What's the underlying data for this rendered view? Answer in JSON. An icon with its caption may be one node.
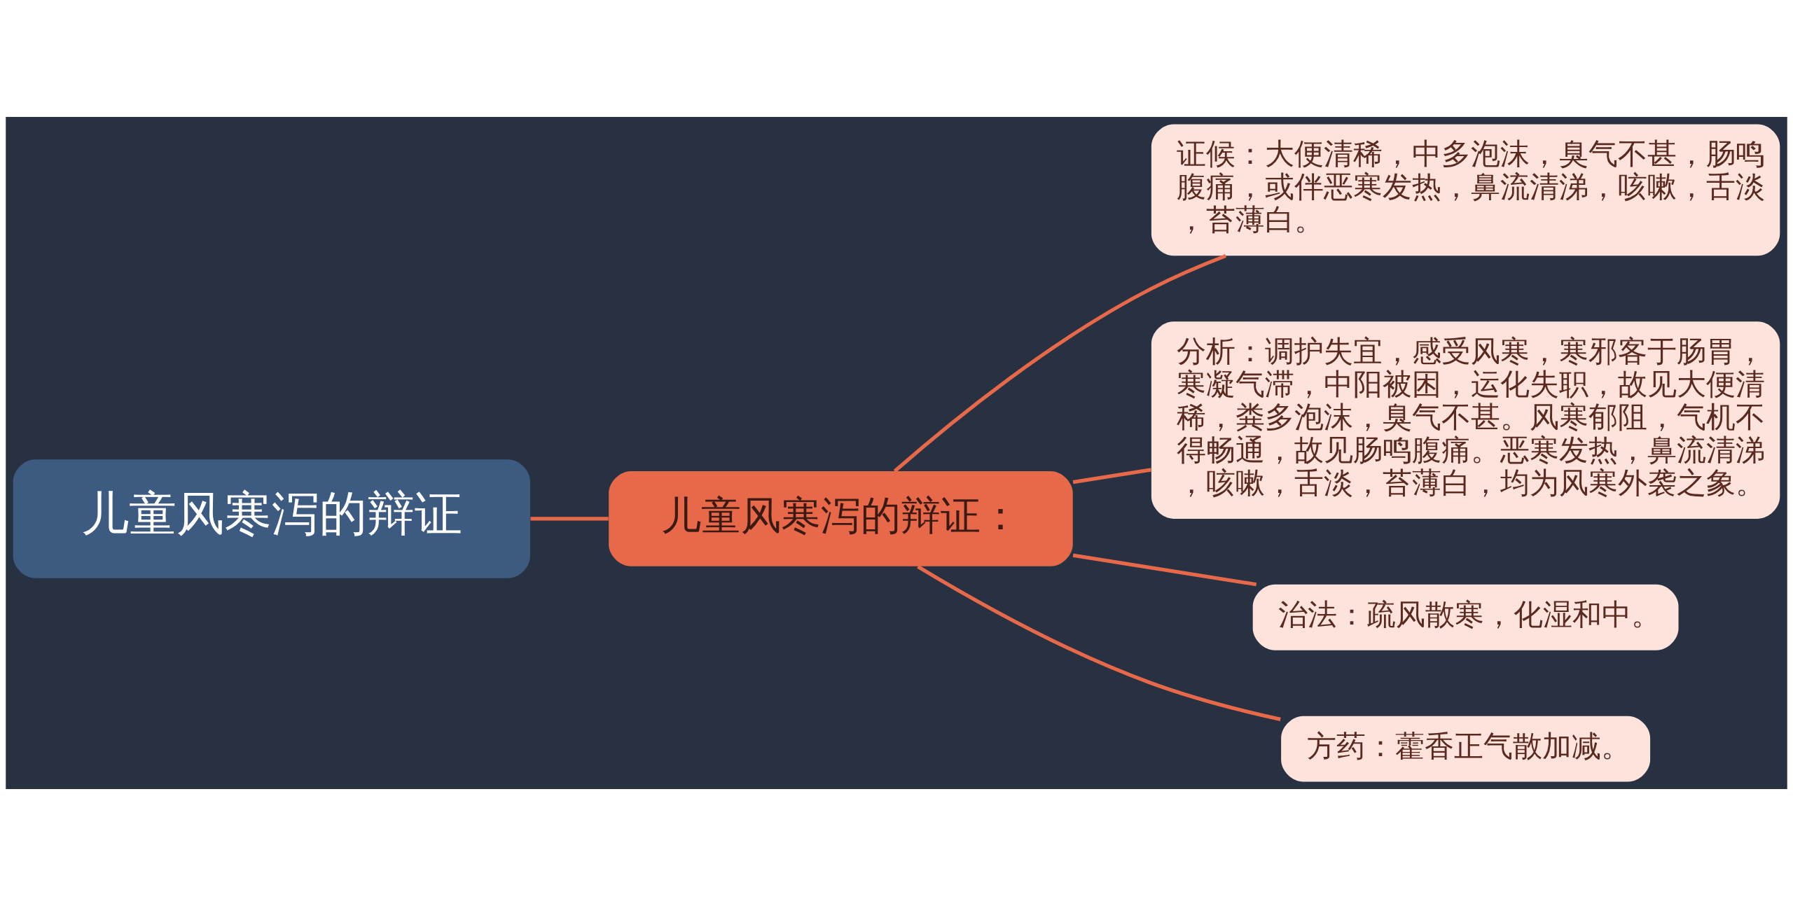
{
  "diagram": {
    "nodes": [
      {
        "text": [
          "儿童风寒泻的辩证"
        ]
      },
      {
        "text": [
          "儿童风寒泻的辩证："
        ]
      },
      {
        "text": [
          "证候：大便清稀，中多泡沫，臭气不甚，肠鸣腹痛，或伴恶寒发热，鼻流清涕，咳嗽，舌淡，苔薄白。"
        ]
      },
      {
        "text": [
          "分析：调护失宜，感受风寒，寒邪客于肠胃，寒凝气滞，中阳被困，运化失职，故见大便清稀，粪多泡沫，臭气不甚。风寒郁阻，气机不得畅通，故见肠鸣腹痛。恶寒发热，鼻流清涕，咳嗽，舌淡，苔薄白，均为风寒外袭之象。"
        ]
      },
      {
        "text": [
          "治法：疏风散寒，化湿和中。"
        ]
      },
      {
        "text": [
          "方药：藿香正气散加减。"
        ]
      }
    ],
    "edges": [
      {
        "from": 0,
        "to": 1,
        "arrow": "none"
      },
      {
        "from": 1,
        "to": 2,
        "arrow": "none"
      },
      {
        "from": 1,
        "to": 3,
        "arrow": "none"
      },
      {
        "from": 1,
        "to": 4,
        "arrow": "none"
      },
      {
        "from": 1,
        "to": 5,
        "arrow": "none"
      }
    ]
  }
}
